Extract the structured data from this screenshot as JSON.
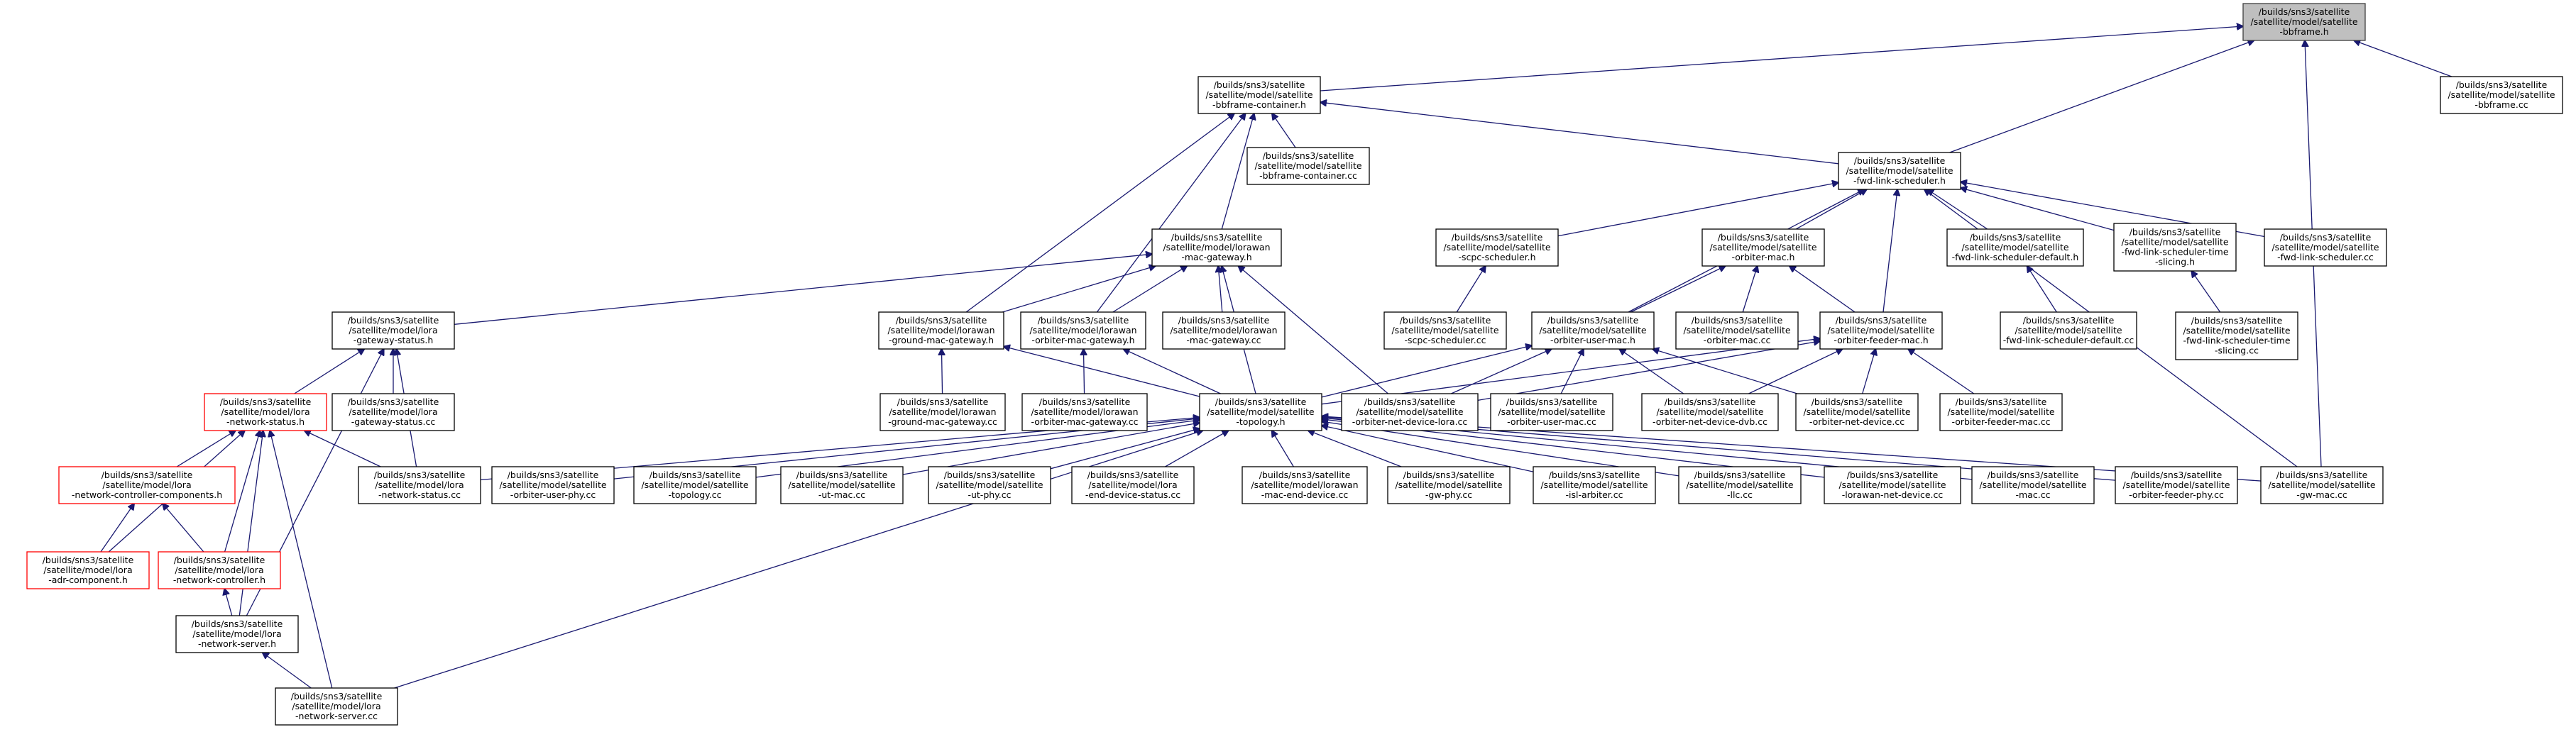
{
  "graph": {
    "colors": {
      "edge": "#191970",
      "root_fill": "#bfbfbf",
      "highlight_border": "#ff0000"
    },
    "nodes": [
      {
        "id": "root",
        "lines": [
          "/builds/sns3/satellite",
          "/satellite/model/satellite",
          "-bbframe.h"
        ],
        "root": true
      },
      {
        "id": "bbcont_h",
        "lines": [
          "/builds/sns3/satellite",
          "/satellite/model/satellite",
          "-bbframe-container.h"
        ]
      },
      {
        "id": "bbframe_cc",
        "lines": [
          "/builds/sns3/satellite",
          "/satellite/model/satellite",
          "-bbframe.cc"
        ]
      },
      {
        "id": "bbcont_cc",
        "lines": [
          "/builds/sns3/satellite",
          "/satellite/model/satellite",
          "-bbframe-container.cc"
        ]
      },
      {
        "id": "fwd_h",
        "lines": [
          "/builds/sns3/satellite",
          "/satellite/model/satellite",
          "-fwd-link-scheduler.h"
        ]
      },
      {
        "id": "lw_gw_h",
        "lines": [
          "/builds/sns3/satellite",
          "/satellite/model/lorawan",
          "-mac-gateway.h"
        ]
      },
      {
        "id": "scpc_h",
        "lines": [
          "/builds/sns3/satellite",
          "/satellite/model/satellite",
          "-scpc-scheduler.h"
        ]
      },
      {
        "id": "orb_mac_h",
        "lines": [
          "/builds/sns3/satellite",
          "/satellite/model/satellite",
          "-orbiter-mac.h"
        ]
      },
      {
        "id": "fwd_def_h",
        "lines": [
          "/builds/sns3/satellite",
          "/satellite/model/satellite",
          "-fwd-link-scheduler-default.h"
        ]
      },
      {
        "id": "fwd_ts_h",
        "lines": [
          "/builds/sns3/satellite",
          "/satellite/model/satellite",
          "-fwd-link-scheduler-time",
          "-slicing.h"
        ]
      },
      {
        "id": "fwd_cc",
        "lines": [
          "/builds/sns3/satellite",
          "/satellite/model/satellite",
          "-fwd-link-scheduler.cc"
        ]
      },
      {
        "id": "gwstat_h",
        "lines": [
          "/builds/sns3/satellite",
          "/satellite/model/lora",
          "-gateway-status.h"
        ]
      },
      {
        "id": "lw_gnd_h",
        "lines": [
          "/builds/sns3/satellite",
          "/satellite/model/lorawan",
          "-ground-mac-gateway.h"
        ]
      },
      {
        "id": "lw_orb_h",
        "lines": [
          "/builds/sns3/satellite",
          "/satellite/model/lorawan",
          "-orbiter-mac-gateway.h"
        ]
      },
      {
        "id": "lw_gw_cc",
        "lines": [
          "/builds/sns3/satellite",
          "/satellite/model/lorawan",
          "-mac-gateway.cc"
        ]
      },
      {
        "id": "scpc_cc",
        "lines": [
          "/builds/sns3/satellite",
          "/satellite/model/satellite",
          "-scpc-scheduler.cc"
        ]
      },
      {
        "id": "orb_user_h",
        "lines": [
          "/builds/sns3/satellite",
          "/satellite/model/satellite",
          "-orbiter-user-mac.h"
        ]
      },
      {
        "id": "orb_mac_cc",
        "lines": [
          "/builds/sns3/satellite",
          "/satellite/model/satellite",
          "-orbiter-mac.cc"
        ]
      },
      {
        "id": "orb_feed_h",
        "lines": [
          "/builds/sns3/satellite",
          "/satellite/model/satellite",
          "-orbiter-feeder-mac.h"
        ]
      },
      {
        "id": "fwd_def_cc",
        "lines": [
          "/builds/sns3/satellite",
          "/satellite/model/satellite",
          "-fwd-link-scheduler-default.cc"
        ]
      },
      {
        "id": "fwd_ts_cc",
        "lines": [
          "/builds/sns3/satellite",
          "/satellite/model/satellite",
          "-fwd-link-scheduler-time",
          "-slicing.cc"
        ]
      },
      {
        "id": "netstat_h",
        "lines": [
          "/builds/sns3/satellite",
          "/satellite/model/lora",
          "-network-status.h"
        ],
        "red": true
      },
      {
        "id": "gwstat_cc",
        "lines": [
          "/builds/sns3/satellite",
          "/satellite/model/lora",
          "-gateway-status.cc"
        ]
      },
      {
        "id": "lw_gnd_cc",
        "lines": [
          "/builds/sns3/satellite",
          "/satellite/model/lorawan",
          "-ground-mac-gateway.cc"
        ]
      },
      {
        "id": "lw_orb_cc",
        "lines": [
          "/builds/sns3/satellite",
          "/satellite/model/lorawan",
          "-orbiter-mac-gateway.cc"
        ]
      },
      {
        "id": "topo_h",
        "lines": [
          "/builds/sns3/satellite",
          "/satellite/model/satellite",
          "-topology.h"
        ]
      },
      {
        "id": "netlora_cc",
        "lines": [
          "/builds/sns3/satellite",
          "/satellite/model/satellite",
          "-orbiter-net-device-lora.cc"
        ]
      },
      {
        "id": "orb_user_cc",
        "lines": [
          "/builds/sns3/satellite",
          "/satellite/model/satellite",
          "-orbiter-user-mac.cc"
        ]
      },
      {
        "id": "netdvb_cc",
        "lines": [
          "/builds/sns3/satellite",
          "/satellite/model/satellite",
          "-orbiter-net-device-dvb.cc"
        ]
      },
      {
        "id": "netdev_cc",
        "lines": [
          "/builds/sns3/satellite",
          "/satellite/model/satellite",
          "-orbiter-net-device.cc"
        ]
      },
      {
        "id": "orb_feed_cc",
        "lines": [
          "/builds/sns3/satellite",
          "/satellite/model/satellite",
          "-orbiter-feeder-mac.cc"
        ]
      },
      {
        "id": "ncc_h",
        "lines": [
          "/builds/sns3/satellite",
          "/satellite/model/lora",
          "-network-controller-components.h"
        ],
        "red": true
      },
      {
        "id": "netstat_cc",
        "lines": [
          "/builds/sns3/satellite",
          "/satellite/model/lora",
          "-network-status.cc"
        ]
      },
      {
        "id": "orb_uphy_cc",
        "lines": [
          "/builds/sns3/satellite",
          "/satellite/model/satellite",
          "-orbiter-user-phy.cc"
        ]
      },
      {
        "id": "topo_cc",
        "lines": [
          "/builds/sns3/satellite",
          "/satellite/model/satellite",
          "-topology.cc"
        ]
      },
      {
        "id": "utmac_cc",
        "lines": [
          "/builds/sns3/satellite",
          "/satellite/model/satellite",
          "-ut-mac.cc"
        ]
      },
      {
        "id": "utphy_cc",
        "lines": [
          "/builds/sns3/satellite",
          "/satellite/model/satellite",
          "-ut-phy.cc"
        ]
      },
      {
        "id": "eds_cc",
        "lines": [
          "/builds/sns3/satellite",
          "/satellite/model/lora",
          "-end-device-status.cc"
        ]
      },
      {
        "id": "lw_med_cc",
        "lines": [
          "/builds/sns3/satellite",
          "/satellite/model/lorawan",
          "-mac-end-device.cc"
        ]
      },
      {
        "id": "gwphy_cc",
        "lines": [
          "/builds/sns3/satellite",
          "/satellite/model/satellite",
          "-gw-phy.cc"
        ]
      },
      {
        "id": "isl_cc",
        "lines": [
          "/builds/sns3/satellite",
          "/satellite/model/satellite",
          "-isl-arbiter.cc"
        ]
      },
      {
        "id": "llc_cc",
        "lines": [
          "/builds/sns3/satellite",
          "/satellite/model/satellite",
          "-llc.cc"
        ]
      },
      {
        "id": "lwnd_cc",
        "lines": [
          "/builds/sns3/satellite",
          "/satellite/model/satellite",
          "-lorawan-net-device.cc"
        ]
      },
      {
        "id": "mac_cc",
        "lines": [
          "/builds/sns3/satellite",
          "/satellite/model/satellite",
          "-mac.cc"
        ]
      },
      {
        "id": "feedphy_cc",
        "lines": [
          "/builds/sns3/satellite",
          "/satellite/model/satellite",
          "-orbiter-feeder-phy.cc"
        ]
      },
      {
        "id": "gwmac_cc",
        "lines": [
          "/builds/sns3/satellite",
          "/satellite/model/satellite",
          "-gw-mac.cc"
        ]
      },
      {
        "id": "adr_h",
        "lines": [
          "/builds/sns3/satellite",
          "/satellite/model/lora",
          "-adr-component.h"
        ],
        "red": true
      },
      {
        "id": "nctl_h",
        "lines": [
          "/builds/sns3/satellite",
          "/satellite/model/lora",
          "-network-controller.h"
        ],
        "red": true
      },
      {
        "id": "nsrv_h",
        "lines": [
          "/builds/sns3/satellite",
          "/satellite/model/lora",
          "-network-server.h"
        ]
      },
      {
        "id": "nsrv_cc",
        "lines": [
          "/builds/sns3/satellite",
          "/satellite/model/lora",
          "-network-server.cc"
        ]
      }
    ],
    "edges": [
      [
        "bbcont_h",
        "root"
      ],
      [
        "fwd_h",
        "root"
      ],
      [
        "bbframe_cc",
        "root"
      ],
      [
        "gwmac_cc",
        "root"
      ],
      [
        "fwd_h",
        "bbcont_h"
      ],
      [
        "bbcont_cc",
        "bbcont_h"
      ],
      [
        "lw_gw_h",
        "bbcont_h"
      ],
      [
        "lw_gnd_h",
        "bbcont_h"
      ],
      [
        "lw_orb_h",
        "bbcont_h"
      ],
      [
        "scpc_h",
        "fwd_h"
      ],
      [
        "orb_mac_h",
        "fwd_h"
      ],
      [
        "fwd_def_h",
        "fwd_h"
      ],
      [
        "fwd_ts_h",
        "fwd_h"
      ],
      [
        "fwd_cc",
        "fwd_h"
      ],
      [
        "orb_user_h",
        "fwd_h"
      ],
      [
        "orb_feed_h",
        "fwd_h"
      ],
      [
        "gwmac_cc",
        "fwd_h"
      ],
      [
        "gwstat_h",
        "lw_gw_h"
      ],
      [
        "lw_gnd_h",
        "lw_gw_h"
      ],
      [
        "lw_orb_h",
        "lw_gw_h"
      ],
      [
        "lw_gw_cc",
        "lw_gw_h"
      ],
      [
        "topo_h",
        "lw_gw_h"
      ],
      [
        "netlora_cc",
        "lw_gw_h"
      ],
      [
        "scpc_cc",
        "scpc_h"
      ],
      [
        "orb_user_h",
        "orb_mac_h"
      ],
      [
        "orb_mac_cc",
        "orb_mac_h"
      ],
      [
        "orb_feed_h",
        "orb_mac_h"
      ],
      [
        "fwd_def_cc",
        "fwd_def_h"
      ],
      [
        "fwd_ts_cc",
        "fwd_ts_h"
      ],
      [
        "netstat_h",
        "gwstat_h"
      ],
      [
        "gwstat_cc",
        "gwstat_h"
      ],
      [
        "netstat_cc",
        "gwstat_h"
      ],
      [
        "nsrv_h",
        "gwstat_h"
      ],
      [
        "lw_gnd_cc",
        "lw_gnd_h"
      ],
      [
        "topo_h",
        "lw_gnd_h"
      ],
      [
        "lw_orb_cc",
        "lw_orb_h"
      ],
      [
        "topo_h",
        "lw_orb_h"
      ],
      [
        "topo_h",
        "orb_user_h"
      ],
      [
        "netlora_cc",
        "orb_user_h"
      ],
      [
        "orb_user_cc",
        "orb_user_h"
      ],
      [
        "netdvb_cc",
        "orb_user_h"
      ],
      [
        "netdev_cc",
        "orb_user_h"
      ],
      [
        "topo_h",
        "orb_feed_h"
      ],
      [
        "netlora_cc",
        "orb_feed_h"
      ],
      [
        "netdvb_cc",
        "orb_feed_h"
      ],
      [
        "netdev_cc",
        "orb_feed_h"
      ],
      [
        "orb_feed_cc",
        "orb_feed_h"
      ],
      [
        "ncc_h",
        "netstat_h"
      ],
      [
        "netstat_cc",
        "netstat_h"
      ],
      [
        "adr_h",
        "netstat_h"
      ],
      [
        "nctl_h",
        "netstat_h"
      ],
      [
        "nsrv_h",
        "netstat_h"
      ],
      [
        "nsrv_cc",
        "netstat_h"
      ],
      [
        "adr_h",
        "ncc_h"
      ],
      [
        "nctl_h",
        "ncc_h"
      ],
      [
        "nsrv_h",
        "nctl_h"
      ],
      [
        "nsrv_cc",
        "nsrv_h"
      ],
      [
        "netstat_cc",
        "topo_h"
      ],
      [
        "orb_uphy_cc",
        "topo_h"
      ],
      [
        "topo_cc",
        "topo_h"
      ],
      [
        "utmac_cc",
        "topo_h"
      ],
      [
        "utphy_cc",
        "topo_h"
      ],
      [
        "eds_cc",
        "topo_h"
      ],
      [
        "lw_med_cc",
        "topo_h"
      ],
      [
        "gwphy_cc",
        "topo_h"
      ],
      [
        "isl_cc",
        "topo_h"
      ],
      [
        "llc_cc",
        "topo_h"
      ],
      [
        "lwnd_cc",
        "topo_h"
      ],
      [
        "mac_cc",
        "topo_h"
      ],
      [
        "feedphy_cc",
        "topo_h"
      ],
      [
        "gwmac_cc",
        "topo_h"
      ],
      [
        "nsrv_cc",
        "topo_h"
      ]
    ]
  }
}
